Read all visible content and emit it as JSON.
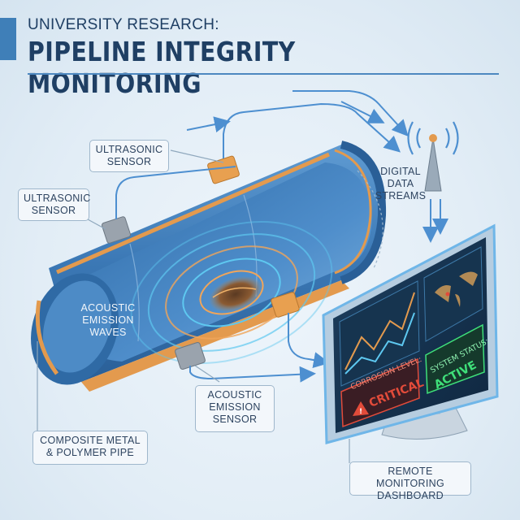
{
  "header": {
    "subtitle": "UNIVERSITY RESEARCH:",
    "title": "PIPELINE INTEGRITY MONITORING"
  },
  "callouts": {
    "ultrasonic_top": [
      "ULTRASONIC",
      "SENSOR"
    ],
    "ultrasonic_left": [
      "ULTRASONIC",
      "SENSOR"
    ],
    "acoustic_waves": [
      "ACOUSTIC",
      "EMISSION",
      "WAVES"
    ],
    "acoustic_sensor": [
      "ACOUSTIC",
      "EMISSION",
      "SENSOR"
    ],
    "pipe_material": [
      "COMPOSITE METAL",
      "& POLYMER PIPE"
    ],
    "digital_streams": [
      "DIGITAL",
      "DATA",
      "STREAMS"
    ],
    "dashboard": [
      "REMOTE MONITORING",
      "DASHBOARD"
    ]
  },
  "screen": {
    "corrosion_label": "CORROSION LEVEL:",
    "corrosion_value": "CRITICAL",
    "status_label": "SYSTEM STATUS:",
    "status_value": "ACTIVE"
  },
  "colors": {
    "pipe_blue": "#3b78b5",
    "pipe_orange": "#e39a4e",
    "critical_red": "#e24b3a",
    "active_green": "#3fe07a",
    "wave_cyan": "#5ec8f0"
  }
}
